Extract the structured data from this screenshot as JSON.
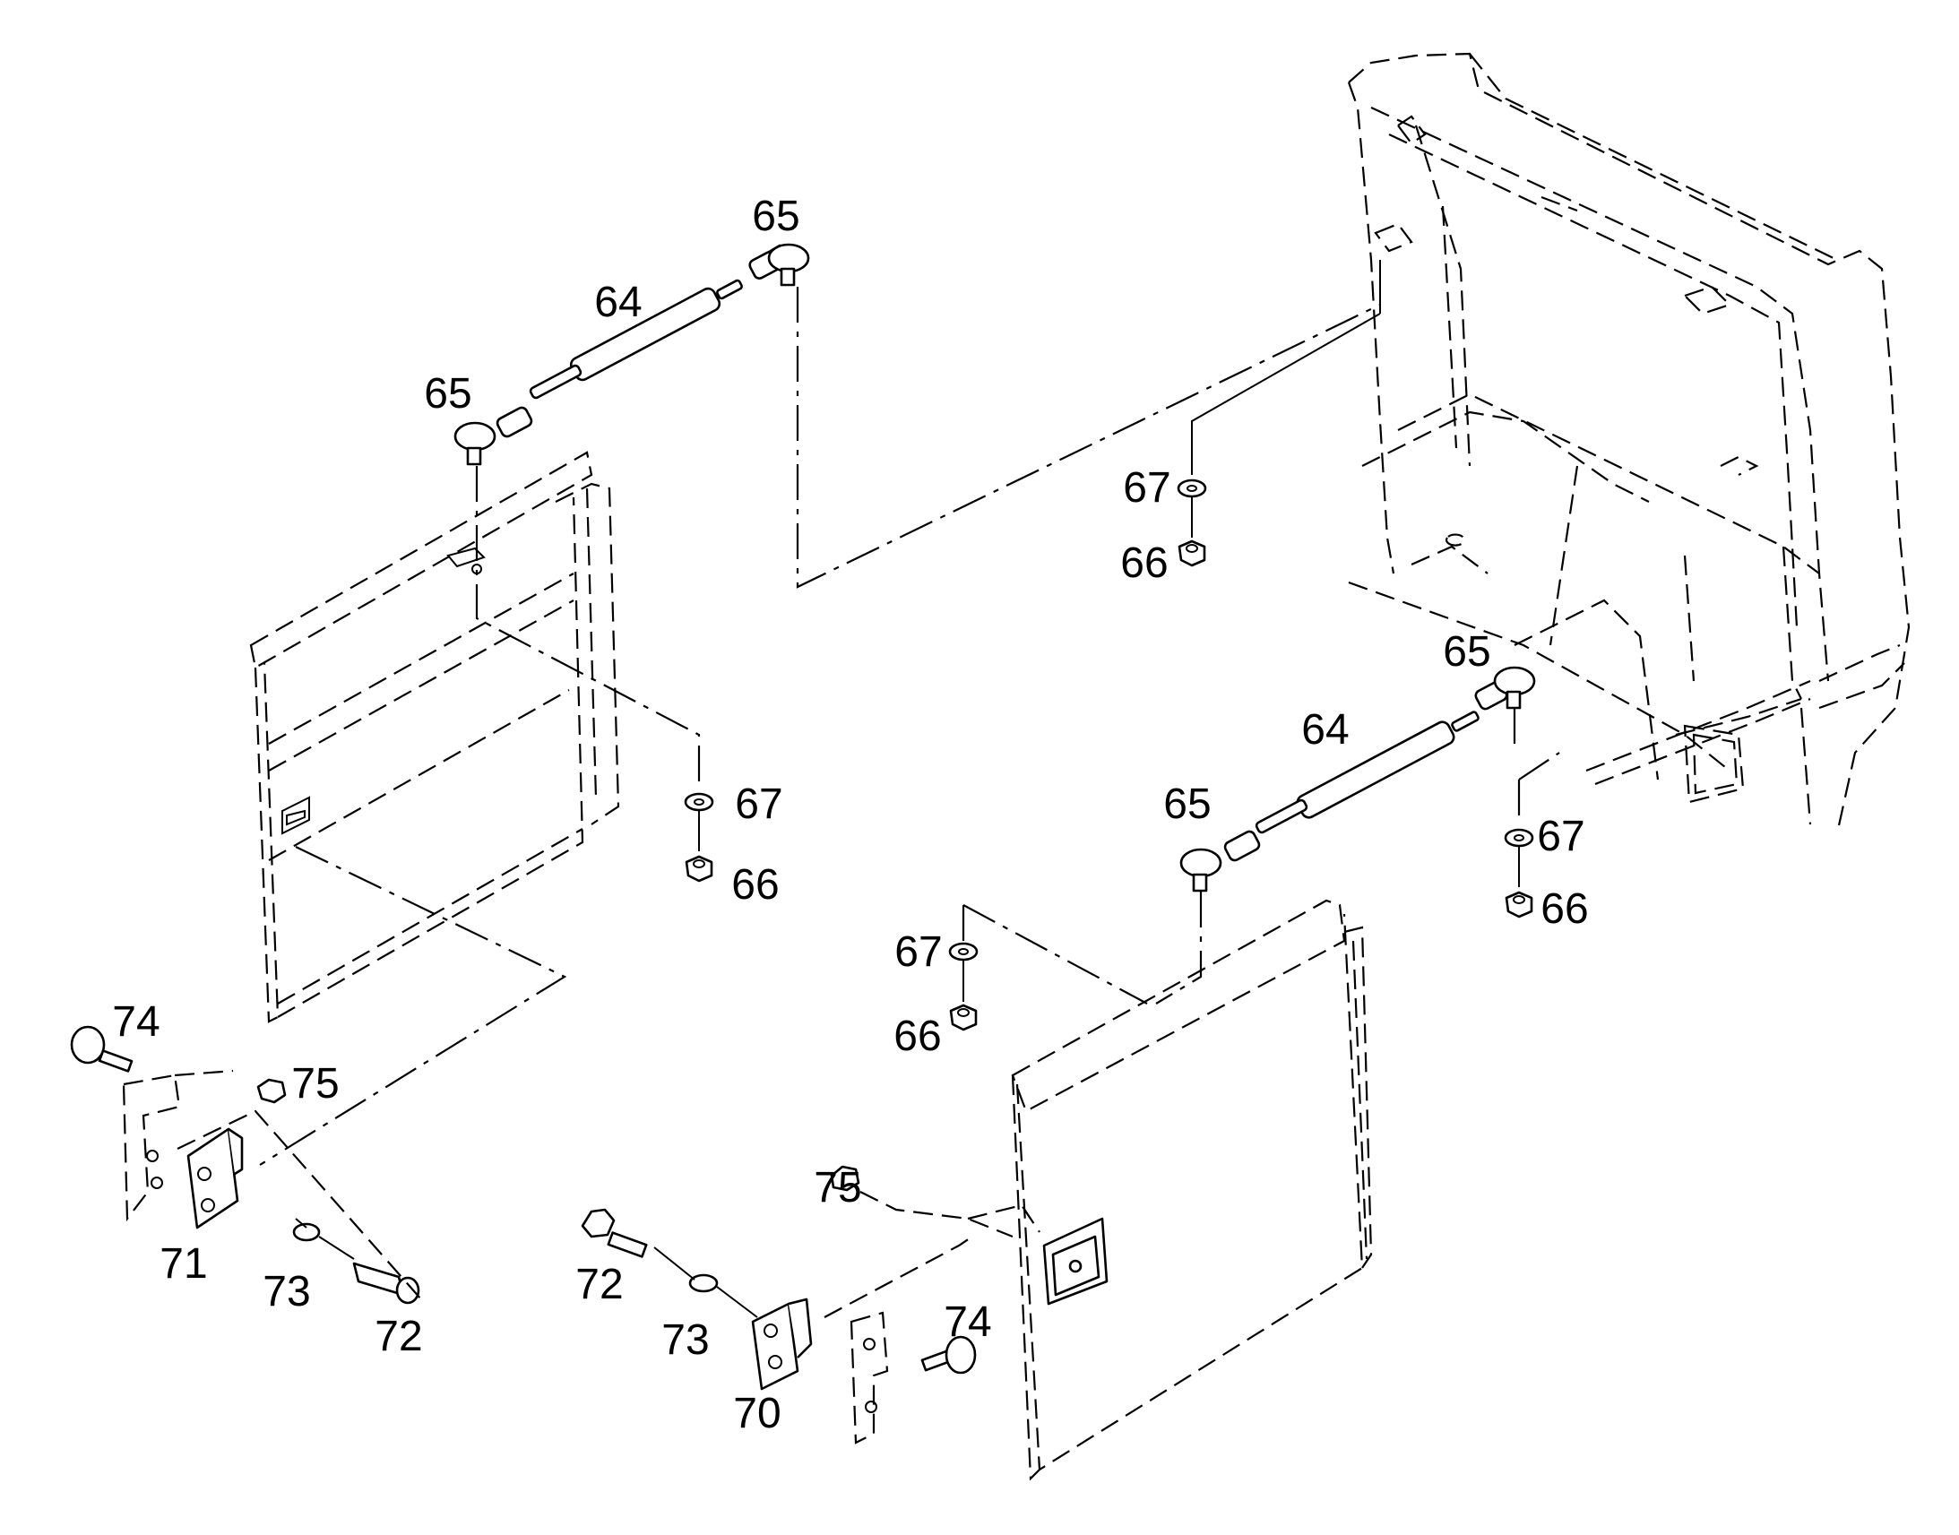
{
  "figure": {
    "background": "#ffffff",
    "line_color": "#000000",
    "callouts": [
      {
        "id": "c65-top-right",
        "label": "65"
      },
      {
        "id": "c64-top",
        "label": "64"
      },
      {
        "id": "c65-top-left",
        "label": "65"
      },
      {
        "id": "c67-top-right",
        "label": "67"
      },
      {
        "id": "c66-top-right",
        "label": "66"
      },
      {
        "id": "c67-left",
        "label": "67"
      },
      {
        "id": "c66-left",
        "label": "66"
      },
      {
        "id": "c65-mid-right",
        "label": "65"
      },
      {
        "id": "c64-mid",
        "label": "64"
      },
      {
        "id": "c65-mid-left",
        "label": "65"
      },
      {
        "id": "c67-right",
        "label": "67"
      },
      {
        "id": "c66-right",
        "label": "66"
      },
      {
        "id": "c67-center",
        "label": "67"
      },
      {
        "id": "c66-center",
        "label": "66"
      },
      {
        "id": "c74-left",
        "label": "74"
      },
      {
        "id": "c75-left",
        "label": "75"
      },
      {
        "id": "c71",
        "label": "71"
      },
      {
        "id": "c73-left",
        "label": "73"
      },
      {
        "id": "c72-left",
        "label": "72"
      },
      {
        "id": "c75-center",
        "label": "75"
      },
      {
        "id": "c72-center",
        "label": "72"
      },
      {
        "id": "c73-center",
        "label": "73"
      },
      {
        "id": "c74-center",
        "label": "74"
      },
      {
        "id": "c70",
        "label": "70"
      }
    ]
  }
}
